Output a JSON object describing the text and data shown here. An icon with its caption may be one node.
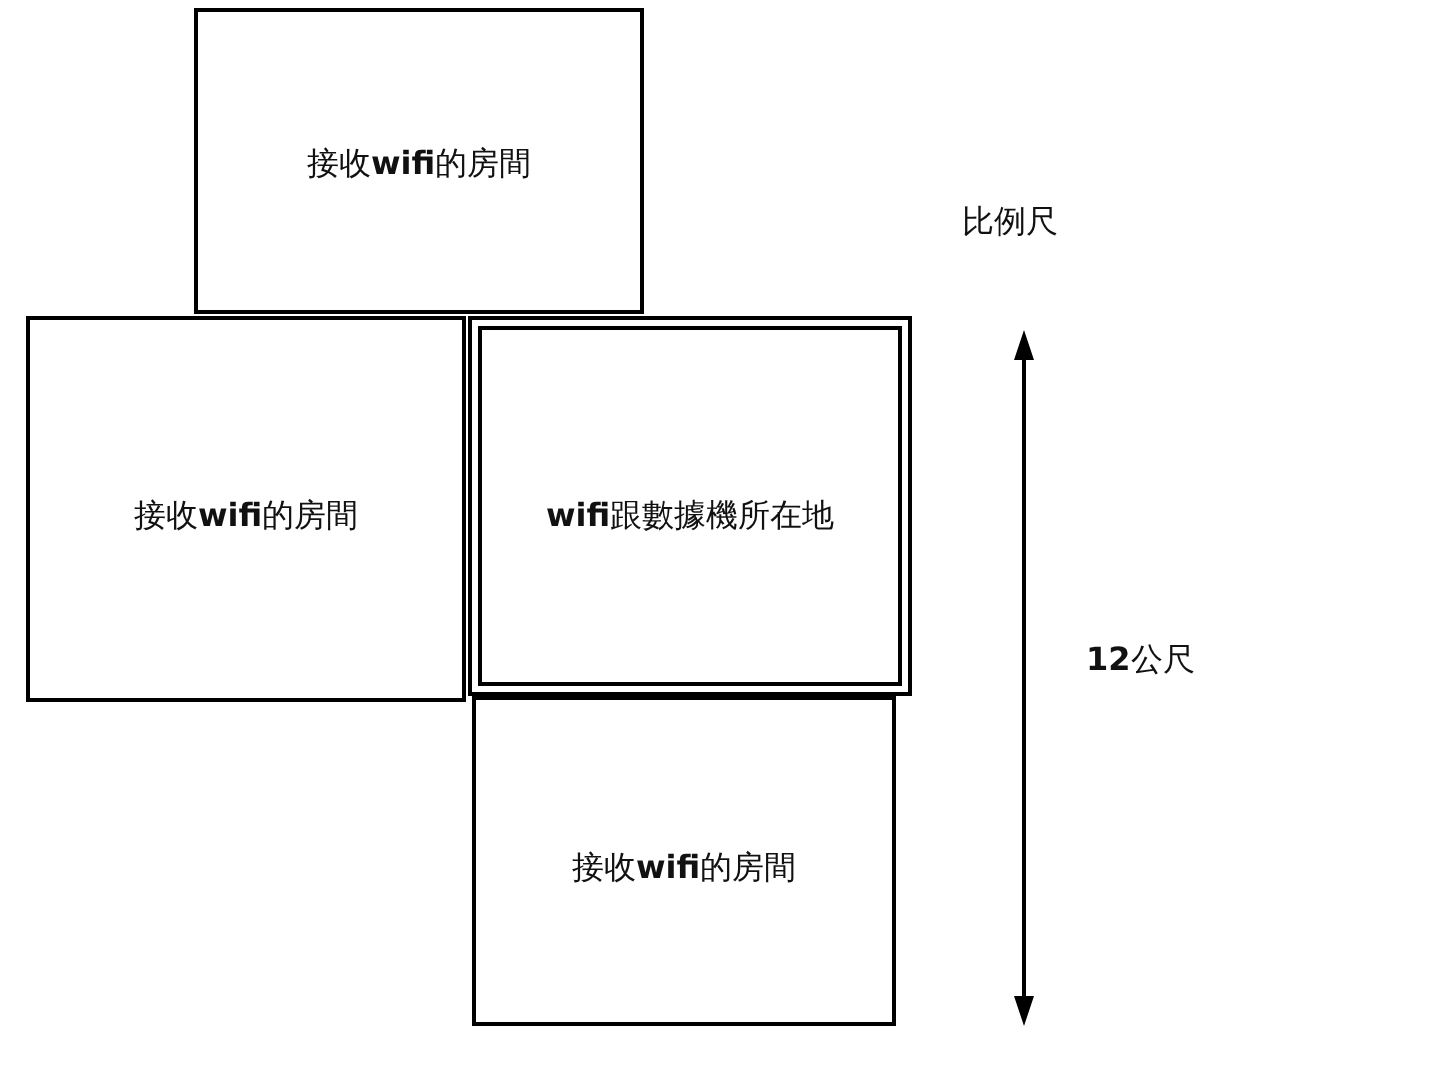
{
  "diagram": {
    "nodes": [
      {
        "text": [
          "接收**wifi**的房間"
        ]
      },
      {
        "text": [
          "接收**wifi**的房間"
        ]
      },
      {
        "text": [
          "**wifi**跟數據機所在地"
        ]
      },
      {
        "text": [
          "接收**wifi**的房間"
        ]
      }
    ],
    "labels": [
      "比例尺",
      "**12**公尺"
    ]
  }
}
